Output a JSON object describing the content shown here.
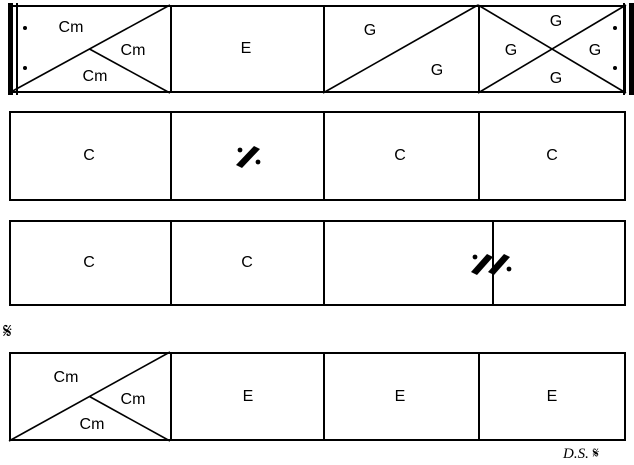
{
  "document": {
    "type": "chord-chart",
    "background_color": "#ffffff",
    "ink_color": "#000000"
  },
  "chart_data": {
    "type": "table",
    "title": "",
    "notation": "measure grid chord chart with diagonal beat splits",
    "systems": [
      {
        "index": 1,
        "repeat_start": true,
        "repeat_end": true,
        "measures": [
          {
            "index": 1,
            "split": "triangle-three",
            "chords": [
              "Cm",
              "Cm",
              "Cm"
            ],
            "chord_positions": [
              "upper-left",
              "right",
              "bottom"
            ]
          },
          {
            "index": 2,
            "split": "none",
            "chords": [
              "E"
            ],
            "chord_positions": [
              "center"
            ]
          },
          {
            "index": 3,
            "split": "diagonal-two",
            "chords": [
              "G",
              "G"
            ],
            "chord_positions": [
              "upper-left",
              "lower-right"
            ]
          },
          {
            "index": 4,
            "split": "cross-four",
            "chords": [
              "G",
              "G",
              "G",
              "G"
            ],
            "chord_positions": [
              "top",
              "left",
              "right",
              "bottom"
            ]
          }
        ]
      },
      {
        "index": 2,
        "repeat_start": false,
        "repeat_end": false,
        "measures": [
          {
            "index": 1,
            "split": "none",
            "chords": [
              "C"
            ],
            "chord_positions": [
              "center"
            ]
          },
          {
            "index": 2,
            "split": "none",
            "chords": [],
            "symbol": "one-bar-repeat",
            "symbol_label": "%"
          },
          {
            "index": 3,
            "split": "none",
            "chords": [
              "C"
            ],
            "chord_positions": [
              "center"
            ]
          },
          {
            "index": 4,
            "split": "none",
            "chords": [
              "C"
            ],
            "chord_positions": [
              "center"
            ]
          }
        ]
      },
      {
        "index": 3,
        "repeat_start": false,
        "repeat_end": false,
        "measures": [
          {
            "index": 1,
            "split": "none",
            "chords": [
              "C"
            ],
            "chord_positions": [
              "center"
            ]
          },
          {
            "index": 2,
            "split": "none",
            "chords": [
              "C"
            ],
            "chord_positions": [
              "center"
            ]
          },
          {
            "index": 3,
            "split": "none",
            "chords": [],
            "symbol": "two-bar-repeat-left",
            "symbol_label": "%%"
          },
          {
            "index": 4,
            "split": "none",
            "chords": [],
            "symbol": "two-bar-repeat-right",
            "symbol_label": ""
          }
        ]
      },
      {
        "index": 4,
        "repeat_start": false,
        "repeat_end": false,
        "measures": [
          {
            "index": 1,
            "split": "triangle-three",
            "chords": [
              "Cm",
              "Cm",
              "Cm"
            ],
            "chord_positions": [
              "upper-left",
              "right",
              "bottom"
            ]
          },
          {
            "index": 2,
            "split": "none",
            "chords": [
              "E"
            ],
            "chord_positions": [
              "center"
            ]
          },
          {
            "index": 3,
            "split": "none",
            "chords": [
              "E"
            ],
            "chord_positions": [
              "center"
            ]
          },
          {
            "index": 4,
            "split": "none",
            "chords": [
              "E"
            ],
            "chord_positions": [
              "center"
            ]
          }
        ]
      }
    ]
  },
  "marks": {
    "segno": "𝄋",
    "ds_al_segno_text": "D.S.",
    "ds_al_segno_sign": "𝄋"
  },
  "chords": {
    "s1m1c1": "Cm",
    "s1m1c2": "Cm",
    "s1m1c3": "Cm",
    "s1m2c1": "E",
    "s1m3c1": "G",
    "s1m3c2": "G",
    "s1m4c1": "G",
    "s1m4c2": "G",
    "s1m4c3": "G",
    "s1m4c4": "G",
    "s2m1c1": "C",
    "s2m3c1": "C",
    "s2m4c1": "C",
    "s3m1c1": "C",
    "s3m2c1": "C",
    "s4m1c1": "Cm",
    "s4m1c2": "Cm",
    "s4m1c3": "Cm",
    "s4m2c1": "E",
    "s4m3c1": "E",
    "s4m4c1": "E"
  }
}
